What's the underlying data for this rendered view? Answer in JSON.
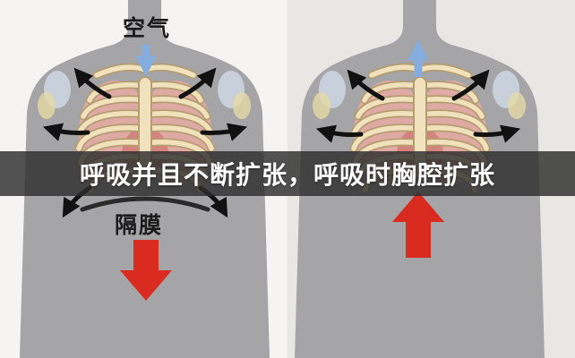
{
  "banner": {
    "text": "呼吸并且不断扩张，呼吸时胸腔扩张",
    "background": "#2d2d2d",
    "text_color": "#ffffff"
  },
  "left_figure": {
    "air_label": "空气",
    "diaphragm_label": "隔膜",
    "air_arrow_direction": "down",
    "diaphragm_arrow_direction": "down",
    "expansion_arrows": "outward"
  },
  "right_figure": {
    "air_arrow_direction": "up",
    "chest_arrow_direction": "up",
    "expansion_arrows": "outward"
  },
  "colors": {
    "red_arrow": "#d92b1f",
    "blue_arrow": "#85aede",
    "black_arrow": "#111111",
    "rib_fill": "#f1e2bd",
    "rib_outline": "#b59d72",
    "lung_fill": "#dfa9a4",
    "torso": "#a5a4a6",
    "left_panel_bg": "#f5f4f2",
    "right_panel_bg": "#e9e7e4"
  }
}
